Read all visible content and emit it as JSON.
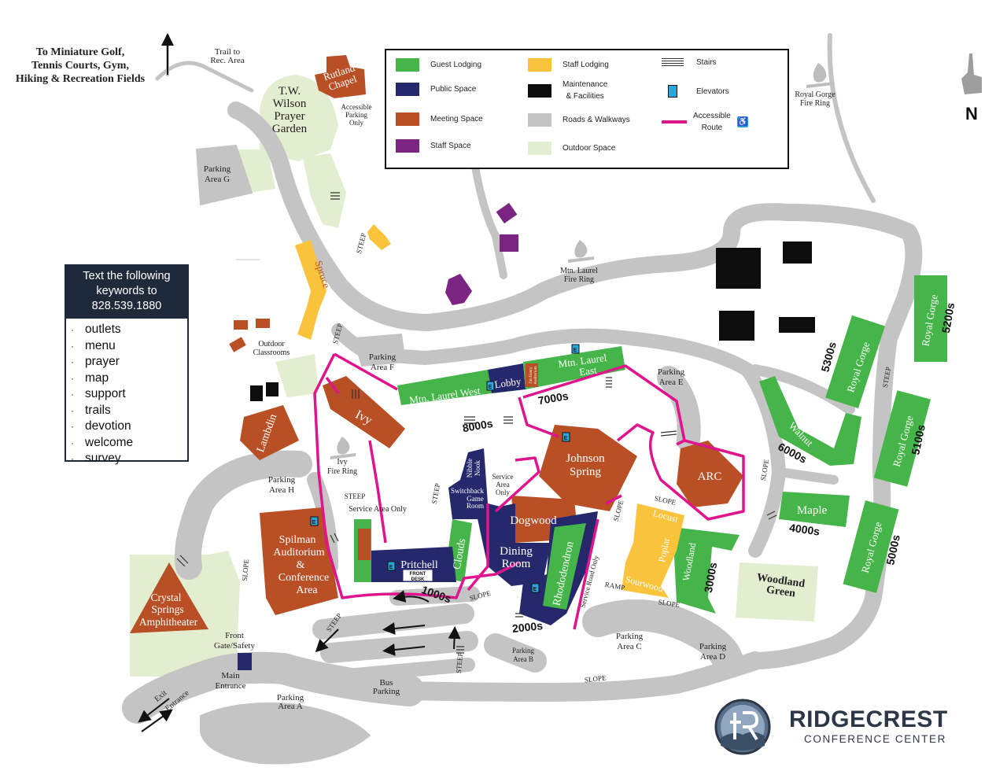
{
  "legend": {
    "items": [
      {
        "label": "Guest Lodging",
        "color": "#45b549"
      },
      {
        "label": "Public Space",
        "color": "#25286b"
      },
      {
        "label": "Meeting Space",
        "color": "#b84f25"
      },
      {
        "label": "Staff Space",
        "color": "#7b2481"
      },
      {
        "label": "Staff Lodging",
        "color": "#f9c33c"
      },
      {
        "label": "Maintenance",
        "label2": "& Facilities",
        "color": "#0d0d0d"
      },
      {
        "label": "Roads & Walkways",
        "color": "#c4c4c4"
      },
      {
        "label": "Outdoor Space",
        "color": "#e3edcf"
      },
      {
        "label": "Stairs",
        "icon": "stairs-icon"
      },
      {
        "label": "Elevators",
        "icon": "elevator-icon"
      },
      {
        "label": "Accessible",
        "label2": "Route",
        "color": "#e0148c",
        "icon": "wheelchair-icon"
      }
    ]
  },
  "textbox": {
    "heading_line1": "Text the following",
    "heading_line2": "keywords to",
    "phone": "828.539.1880",
    "keywords": [
      "outlets",
      "menu",
      "prayer",
      "map",
      "support",
      "trails",
      "devotion",
      "welcome",
      "survey"
    ]
  },
  "logo": {
    "name": "RIDGECREST",
    "subtitle": "CONFERENCE CENTER",
    "emblem_icon": "ridgecrest-logo-icon"
  },
  "compass": {
    "letter": "N",
    "icon": "pointing-hand-icon"
  },
  "labels": {
    "mini_golf": [
      "To Miniature Golf,",
      "Tennis Courts, Gym,",
      "Hiking & Recreation Fields"
    ],
    "trail_rec": [
      "Trail to",
      "Rec. Area"
    ],
    "prayer_garden": [
      "T.W.",
      "Wilson",
      "Prayer",
      "Garden"
    ],
    "rutland": [
      "Rutland",
      "Chapel"
    ],
    "accessible_parking": [
      "Accessible",
      "Parking",
      "Only"
    ],
    "parking_g": [
      "Parking",
      "Area G"
    ],
    "royal_fire": [
      "Royal Gorge",
      "Fire Ring"
    ],
    "mtn_fire": [
      "Mtn. Laurel",
      "Fire Ring"
    ],
    "spruce": "Spruce",
    "outdoor_classrooms": [
      "Outdoor",
      "Classrooms"
    ],
    "steep": "STEEP",
    "slope": "SLOPE",
    "ramp": "RAMP",
    "parking_f": [
      "Parking",
      "Area F"
    ],
    "parking_e": [
      "Parking",
      "Area E"
    ],
    "parking_h": [
      "Parking",
      "Area H"
    ],
    "parking_a": [
      "Parking",
      "Area A"
    ],
    "parking_b": [
      "Parking",
      "Area B"
    ],
    "parking_c": [
      "Parking",
      "Area C"
    ],
    "parking_d": [
      "Parking",
      "Area D"
    ],
    "bus_parking": [
      "Bus",
      "Parking"
    ],
    "mtn_laurel_west": "Mtn. Laurel West",
    "lobby": "Lobby",
    "mtn_laurel_east": [
      "Mtn. Laurel",
      "East"
    ],
    "jim_henry": [
      "Jim Henry",
      "Auditorium"
    ],
    "n7000": "7000s",
    "n8000": "8000s",
    "n6000": "6000s",
    "n5300": "5300s",
    "n5200": "5200s",
    "n5100": "5100s",
    "n5000": "5000s",
    "n4000": "4000s",
    "n3000": "3000s",
    "n2000": "2000s",
    "n1000": "1000s",
    "royal_gorge": "Royal Gorge",
    "walnut": "Walnut",
    "maple": "Maple",
    "woodland_green": [
      "Woodland",
      "Green"
    ],
    "woodland": "Woodland",
    "locust": "Locust",
    "poplar": "Poplar",
    "sourwood": "Sourwood",
    "arc": "ARC",
    "johnson_spring": [
      "Johnson",
      "Spring"
    ],
    "ivy": "Ivy",
    "ivy_fire": [
      "Ivy",
      "Fire Ring"
    ],
    "lambdin": "Lambdin",
    "nibble_nook": [
      "Nibble",
      "Nook"
    ],
    "switchback": [
      "Switchback",
      "Game",
      "Room"
    ],
    "service_area_only": [
      "Service",
      "Area",
      "Only"
    ],
    "service_area_only_h": "Service Area Only",
    "service_road_only": "Service Road Only",
    "dogwood": "Dogwood",
    "dining_room": [
      "Dining",
      "Room"
    ],
    "rhododendron": "Rhododendron",
    "clouds": "Clouds",
    "pritchell": "Pritchell",
    "front_desk": [
      "FRONT",
      "DESK"
    ],
    "spilman": [
      "Spilman",
      "Auditorium",
      "&",
      "Conference",
      "Area"
    ],
    "crystal_springs": [
      "Crystal",
      "Springs",
      "Amphitheater"
    ],
    "front_gate": [
      "Front",
      "Gate/Safety"
    ],
    "main_entrance": [
      "Main",
      "Entrance"
    ],
    "exit": "Exit",
    "entrance": "Entrance",
    "elevator_letter": "E"
  }
}
